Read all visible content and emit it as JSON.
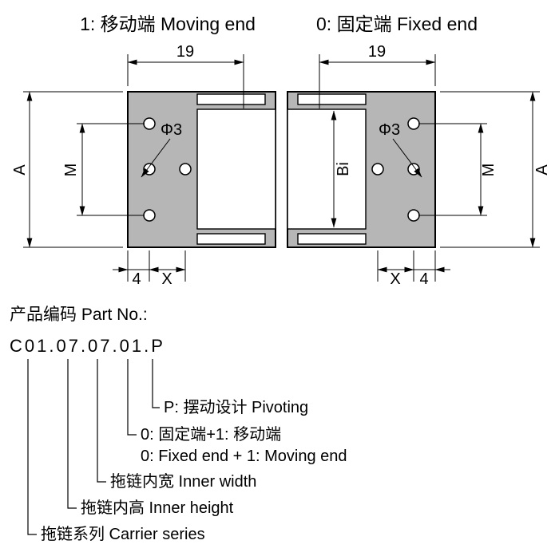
{
  "colors": {
    "part_fill": "#b6b6b6",
    "line": "#000000"
  },
  "titles": {
    "moving": "1: 移动端 Moving end",
    "fixed": "0: 固定端 Fixed end"
  },
  "left": {
    "width": "19",
    "outer_height": "A",
    "hole_span": "M",
    "hole_dia": "Φ3",
    "edge_offset": "4",
    "hole_pitch": "X"
  },
  "right": {
    "width": "19",
    "outer_height": "A",
    "hole_span": "M",
    "hole_dia": "Φ3",
    "inner_height": "Bi",
    "edge_offset": "4",
    "hole_pitch": "X"
  },
  "part_no": {
    "heading": "产品编码 Part No.:",
    "code": "C01.07.07.01.P",
    "legend": [
      {
        "text": "P: 摆动设计 Pivoting"
      },
      {
        "text": "0: 固定端+1: 移动端"
      },
      {
        "text": "0: Fixed end + 1: Moving end"
      },
      {
        "text": "拖链内宽 Inner width"
      },
      {
        "text": "拖链内高 Inner height"
      },
      {
        "text": "拖链系列 Carrier series"
      }
    ]
  }
}
